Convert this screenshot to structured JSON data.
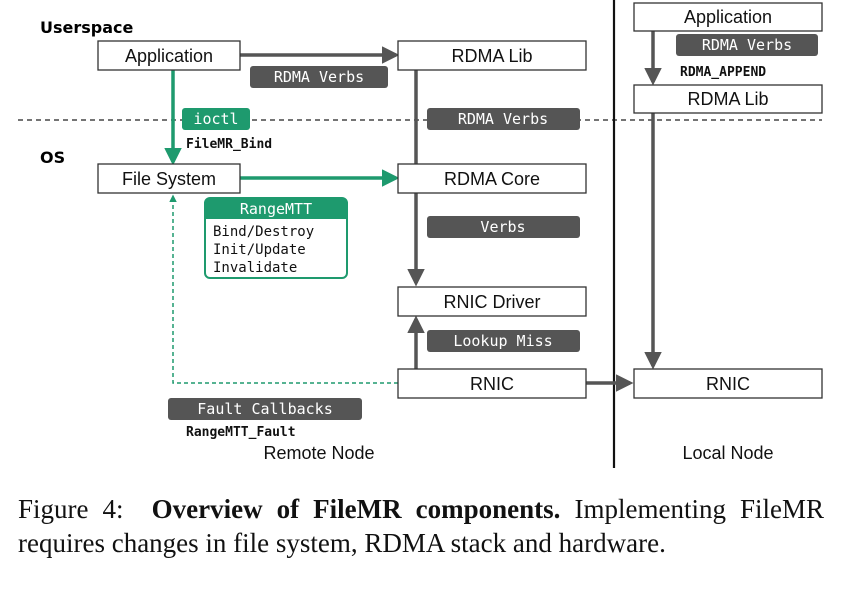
{
  "sections": {
    "userspace": "Userspace",
    "os": "OS"
  },
  "boxes": {
    "application_remote": "Application",
    "rdma_lib_remote": "RDMA Lib",
    "file_system": "File System",
    "rdma_core": "RDMA Core",
    "rnic_driver": "RNIC Driver",
    "rnic_remote": "RNIC",
    "application_local": "Application",
    "rdma_lib_local": "RDMA Lib",
    "rnic_local": "RNIC"
  },
  "tags": {
    "rdma_verbs_top": "RDMA Verbs",
    "ioctl": "ioctl",
    "rdma_verbs_mid": "RDMA Verbs",
    "verbs": "Verbs",
    "lookup_miss": "Lookup Miss",
    "fault_callbacks": "Fault Callbacks",
    "rdma_verbs_local": "RDMA Verbs"
  },
  "mono_labels": {
    "filemr_bind": "FileMR_Bind",
    "rangemtt_fault": "RangeMTT_Fault",
    "rdma_append": "RDMA_APPEND"
  },
  "rangemtt": {
    "title": "RangeMTT",
    "ops": [
      "Bind/Destroy",
      "Init/Update",
      "Invalidate"
    ]
  },
  "nodes": {
    "remote": "Remote Node",
    "local": "Local Node"
  },
  "caption": {
    "prefix": "Figure 4:",
    "bold": "Overview of FileMR components.",
    "rest": "Implementing FileMR requires changes in file system, RDMA stack and hardware."
  },
  "colors": {
    "green": "#1e9a6e",
    "dark": "#555555",
    "tag": "#555555"
  }
}
